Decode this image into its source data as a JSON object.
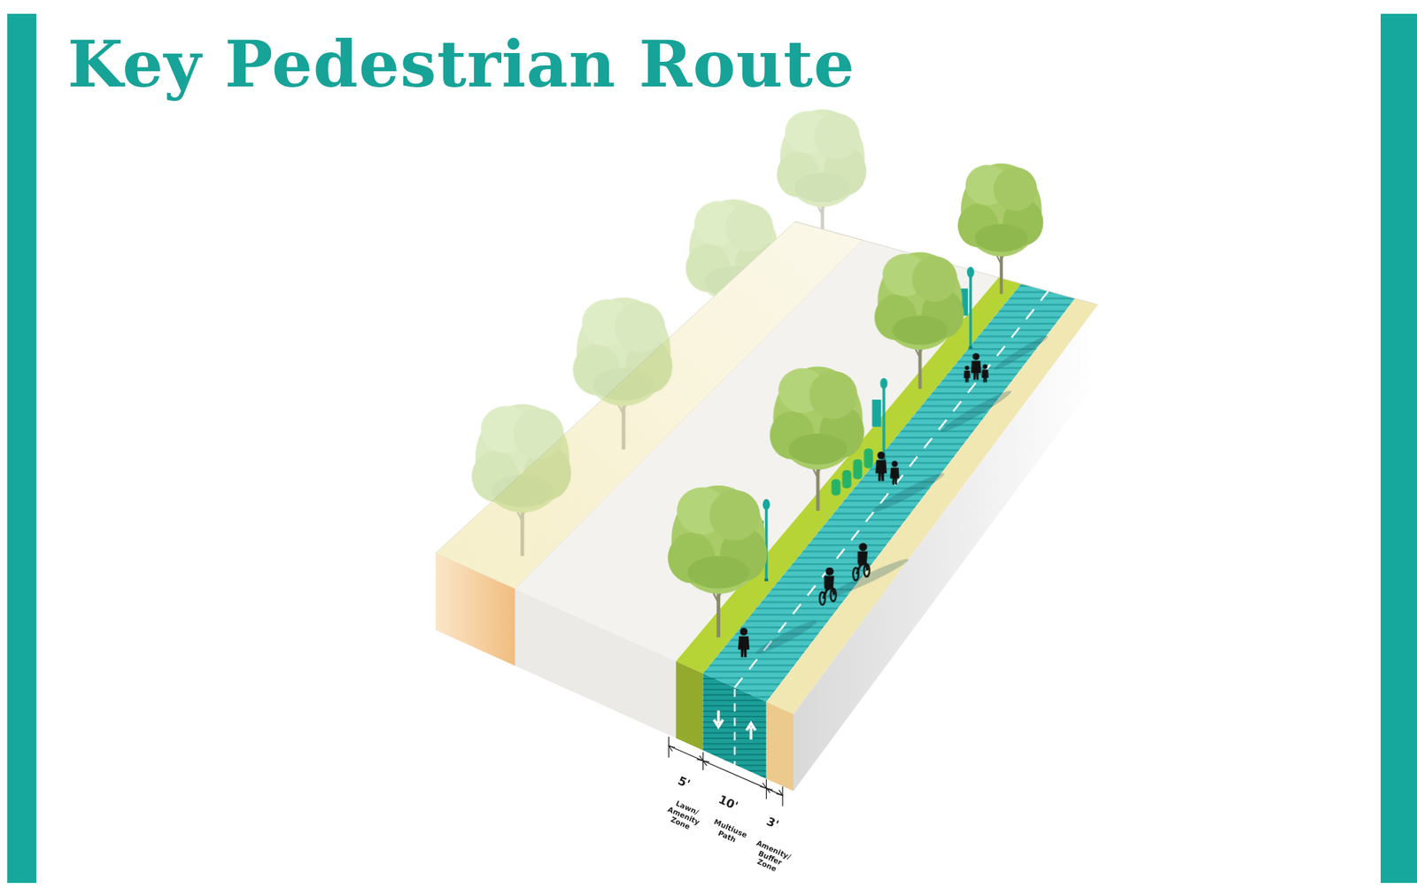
{
  "diagram": {
    "title": "Key Pedestrian Route",
    "labels": [
      "5'",
      "Lawn/ Amenity Zone",
      "10'",
      "Multiuse Path",
      "3'",
      "Amenity/ Buffer Zone"
    ]
  }
}
